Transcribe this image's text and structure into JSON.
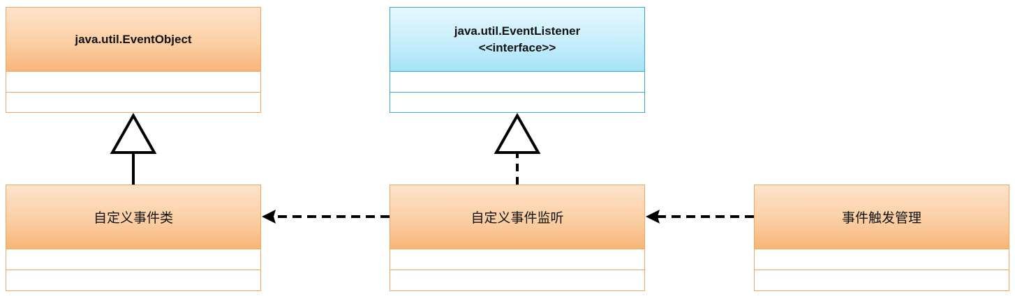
{
  "classes": {
    "event_object": {
      "name": "java.util.EventObject"
    },
    "event_listener": {
      "name": "java.util.EventListener",
      "stereotype": "<<interface>>"
    },
    "custom_event": {
      "name": "自定义事件类"
    },
    "custom_listener": {
      "name": "自定义事件监听"
    },
    "event_trigger": {
      "name": "事件触发管理"
    }
  },
  "colors": {
    "class_fill": "#fbcfa3",
    "class_border": "#f0a662",
    "interface_fill": "#c6eefc",
    "interface_border": "#3fa6c9",
    "connector": "#000000"
  }
}
